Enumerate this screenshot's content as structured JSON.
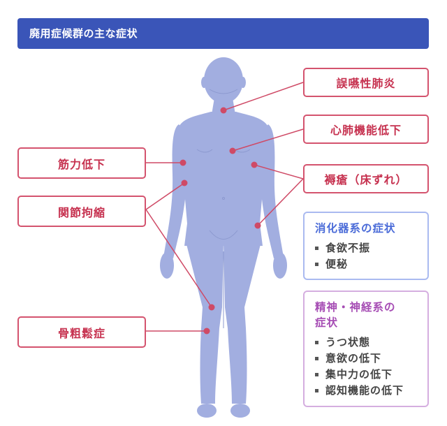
{
  "title": "廃用症候群の主な症状",
  "colors": {
    "title_bg": "#3a55b8",
    "label_border": "#d4536e",
    "label_text": "#c6314f",
    "body_fill": "#a2aee0",
    "digestive_accent": "#4a6bd8",
    "mental_accent": "#a64db4"
  },
  "left_labels": [
    "筋力低下",
    "関節拘縮",
    "骨粗鬆症"
  ],
  "right_labels": [
    "誤嚥性肺炎",
    "心肺機能低下",
    "褥瘡（床ずれ）"
  ],
  "digestive": {
    "title": "消化器系の症状",
    "items": [
      "食欲不振",
      "便秘"
    ]
  },
  "mental": {
    "title_line1": "精神・神経系の",
    "title_line2": "症状",
    "items": [
      "うつ状態",
      "意欲の低下",
      "集中力の低下",
      "認知機能の低下"
    ]
  }
}
